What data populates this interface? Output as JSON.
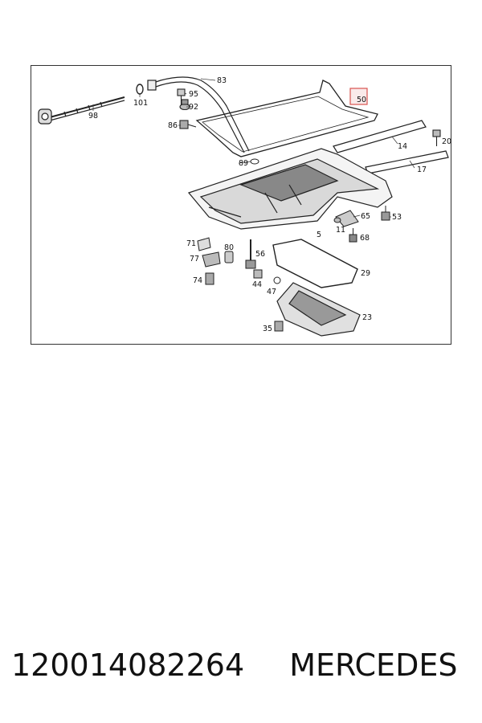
{
  "diagram": {
    "callouts": [
      "98",
      "101",
      "83",
      "95",
      "92",
      "86",
      "89",
      "50",
      "14",
      "20",
      "17",
      "65",
      "53",
      "5",
      "11",
      "68",
      "71",
      "80",
      "77",
      "56",
      "74",
      "29",
      "44",
      "47",
      "23",
      "35"
    ],
    "highlighted_callout": "50",
    "highlight_color": "#d9534f"
  },
  "footer": {
    "part_number": "120014082264",
    "brand": "MERCEDES"
  }
}
